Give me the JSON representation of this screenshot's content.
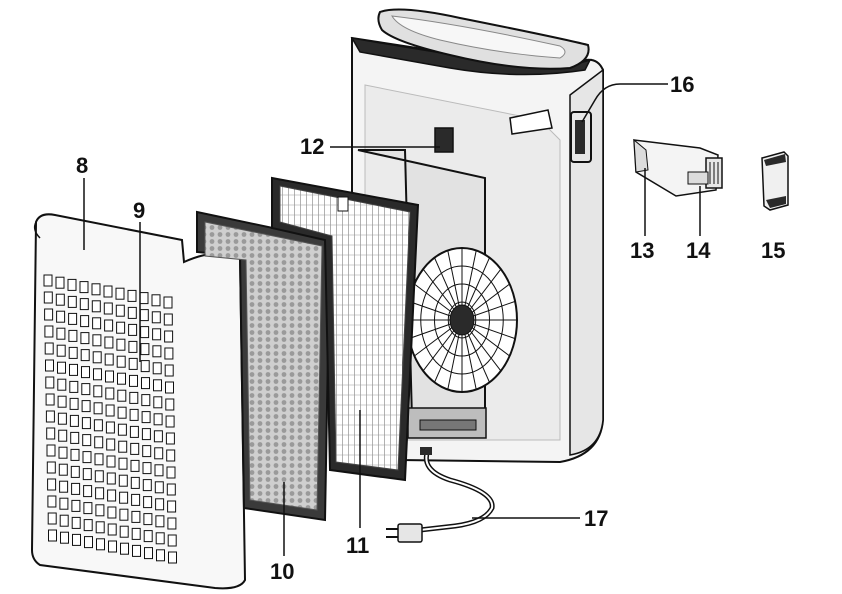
{
  "labels": {
    "l8": "8",
    "l9": "9",
    "l10": "10",
    "l11": "11",
    "l12": "12",
    "l13": "13",
    "l14": "14",
    "l15": "15",
    "l16": "16",
    "l17": "17"
  },
  "colors": {
    "line": "#111111",
    "body_fill": "#f4f4f4",
    "body_shade": "#dcdcdc",
    "dark": "#2a2a2a"
  }
}
